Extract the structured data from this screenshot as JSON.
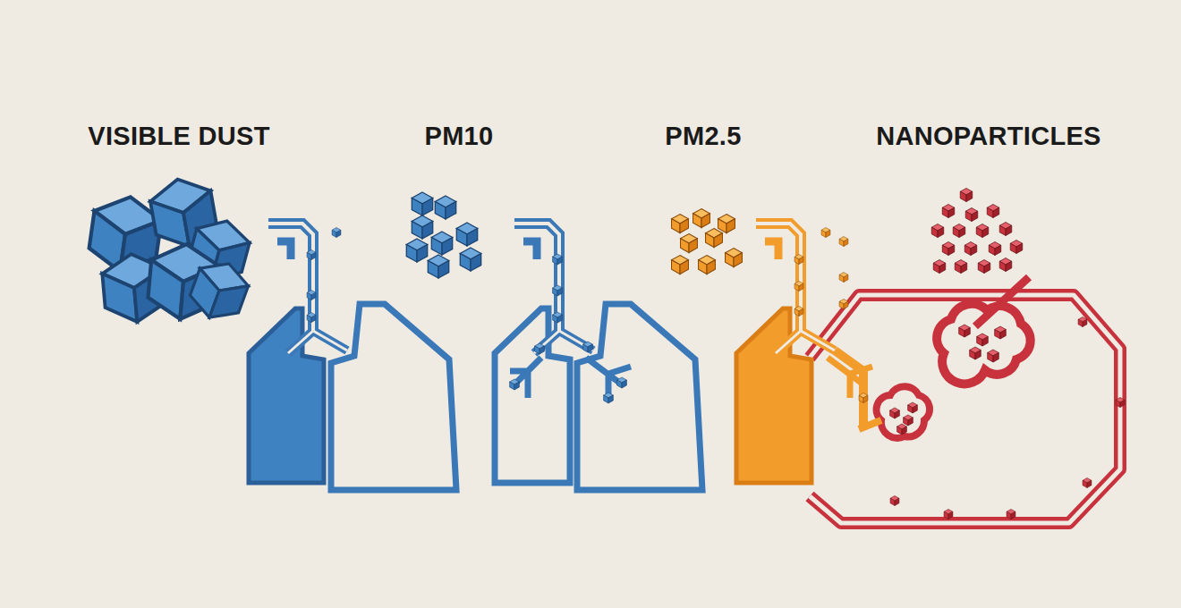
{
  "diagram": {
    "labels": [
      "VISIBLE DUST",
      "PM10",
      "PM2.5",
      "NANOPARTICLES"
    ]
  }
}
